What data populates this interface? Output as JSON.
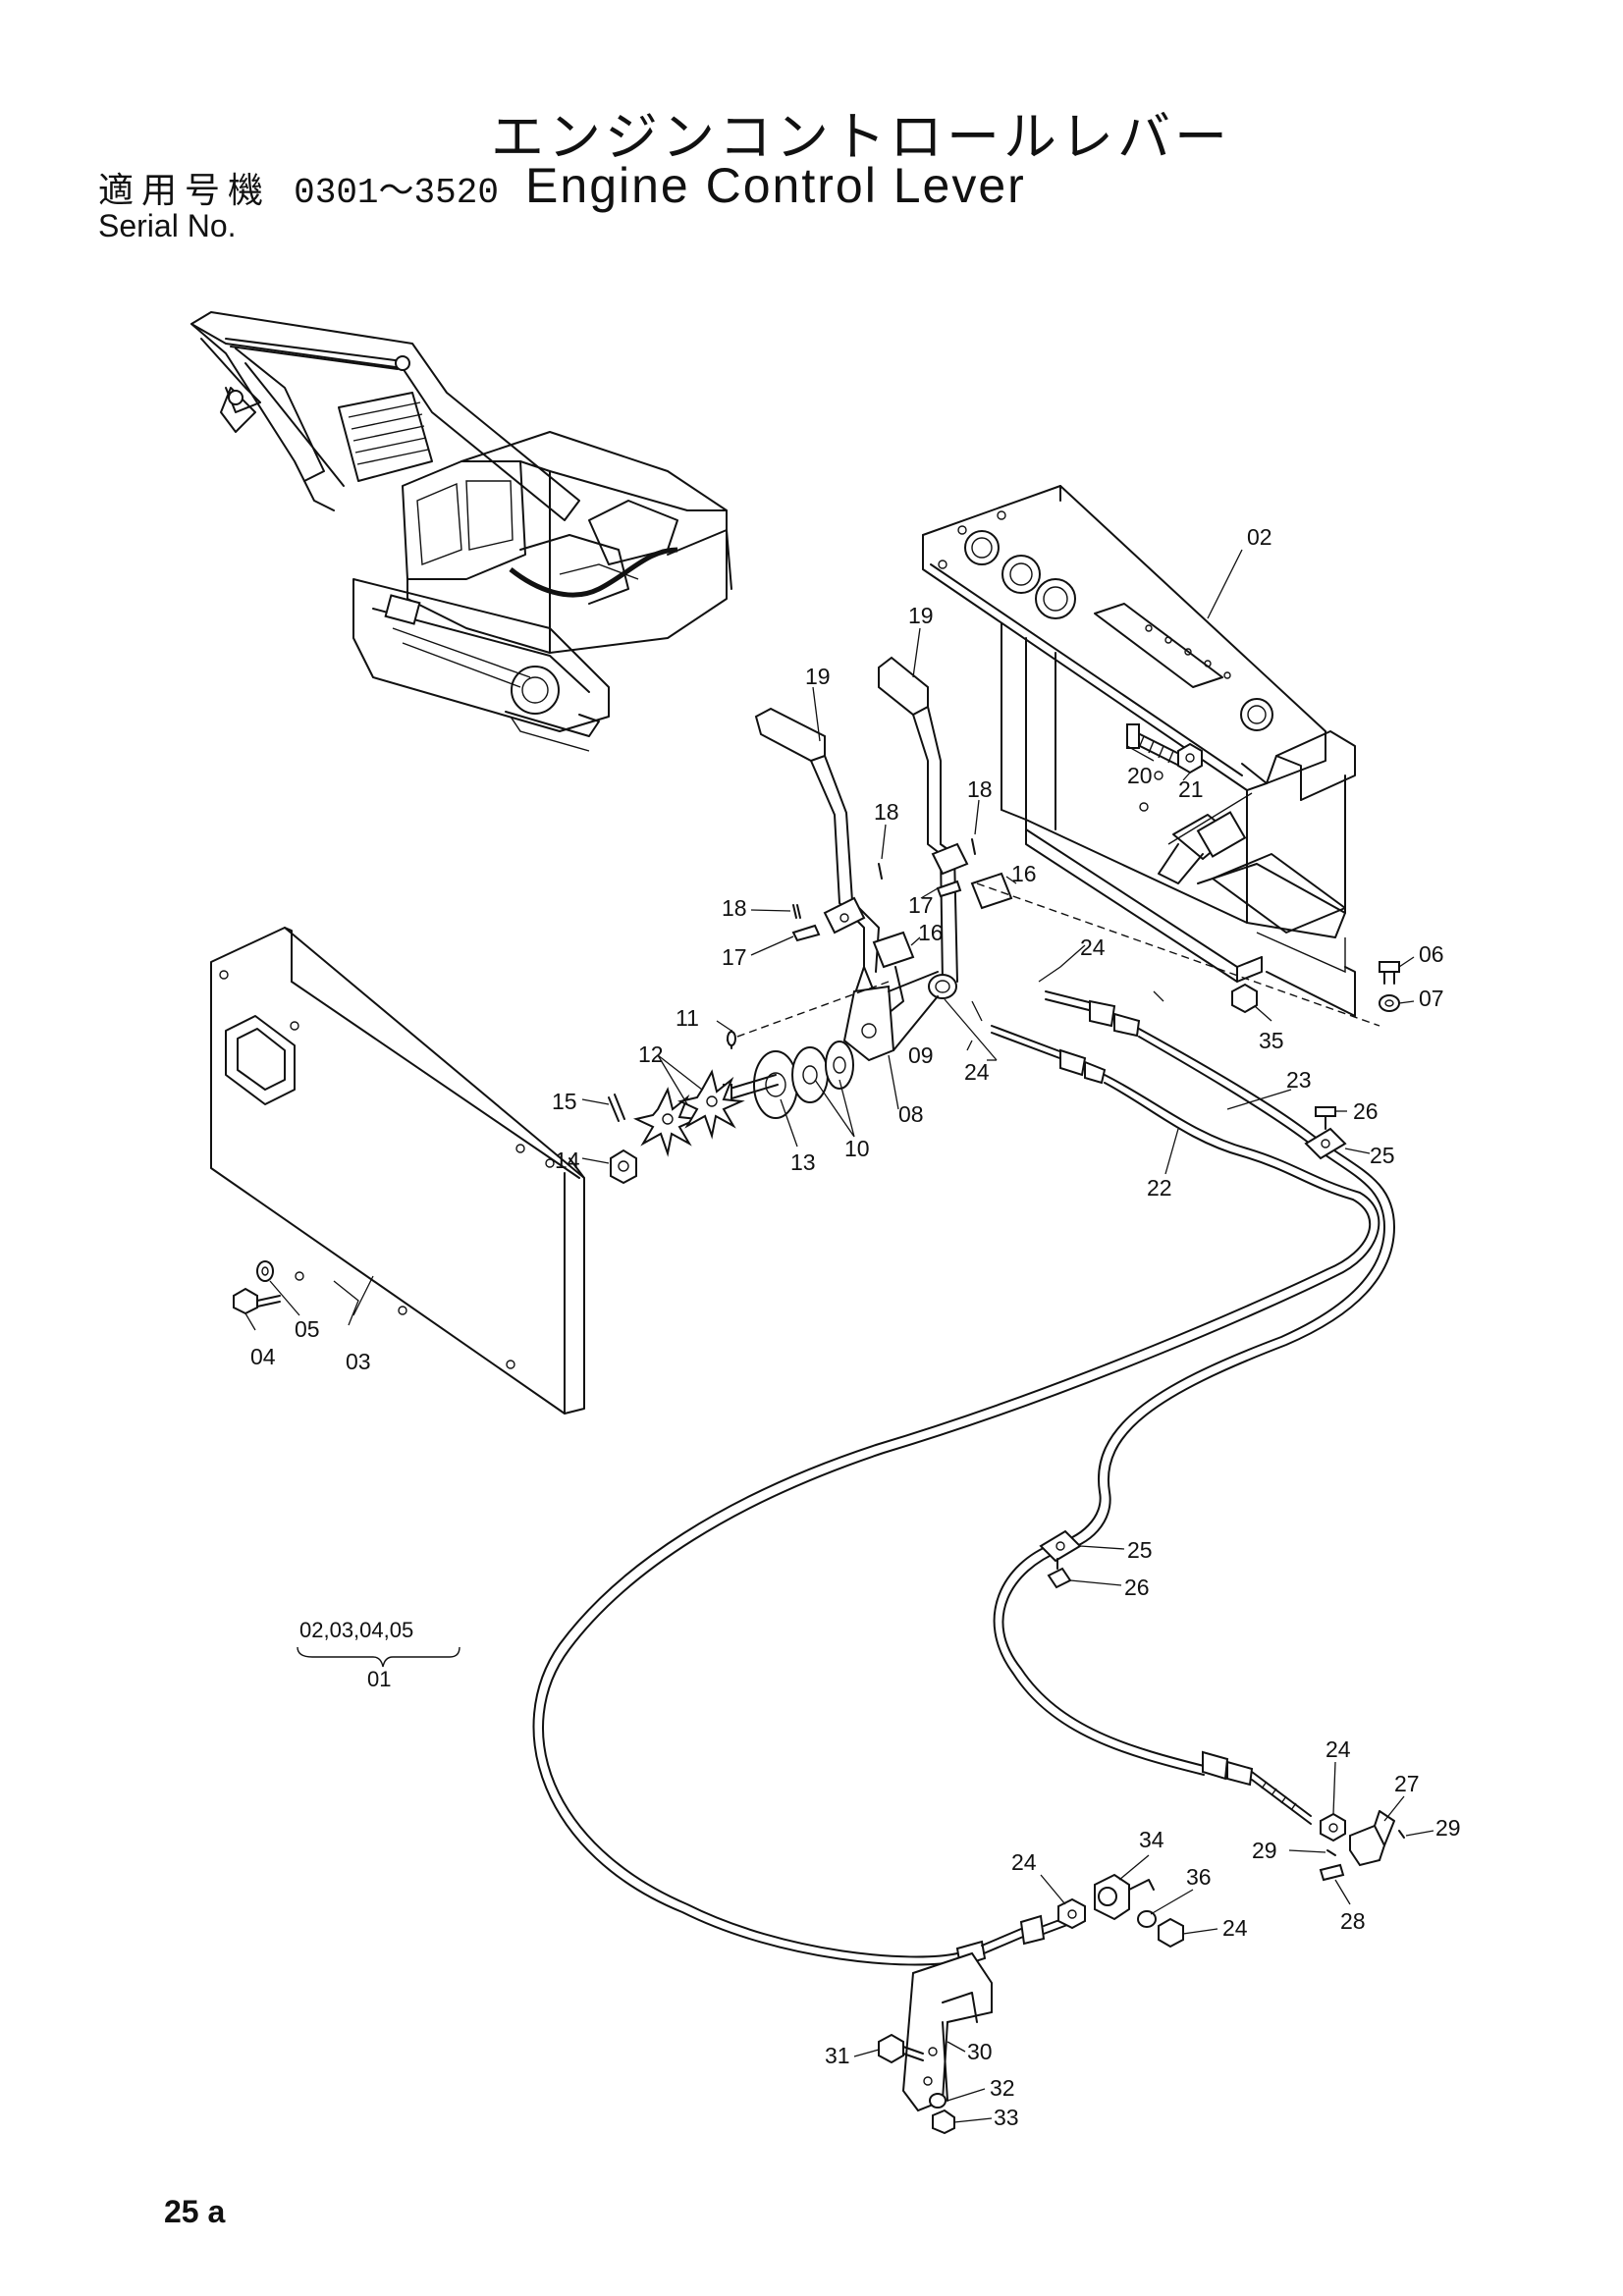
{
  "header": {
    "title_jp": "エンジンコントロールレバー",
    "applicable_label_jp": "適用号機",
    "serial_range": "0301～3520",
    "title_en": "Engine Control Lever",
    "serial_label": "Serial No."
  },
  "group_note": {
    "components": "02,03,04,05",
    "assembly": "01"
  },
  "parts": {
    "p02": "02",
    "p03": "03",
    "p04": "04",
    "p05": "05",
    "p06": "06",
    "p07": "07",
    "p08": "08",
    "p09": "09",
    "p10": "10",
    "p11": "11",
    "p12": "12",
    "p13": "13",
    "p14": "14",
    "p15": "15",
    "p16a": "16",
    "p16b": "16",
    "p17a": "17",
    "p17b": "17",
    "p18a": "18",
    "p18b": "18",
    "p18c": "18",
    "p19a": "19",
    "p19b": "19",
    "p20": "20",
    "p21": "21",
    "p22": "22",
    "p23": "23",
    "p24a": "24",
    "p24b": "24",
    "p24c": "24",
    "p24d": "24",
    "p24e": "24",
    "p25a": "25",
    "p25b": "25",
    "p26a": "26",
    "p26b": "26",
    "p27": "27",
    "p28": "28",
    "p29a": "29",
    "p29b": "29",
    "p30": "30",
    "p31": "31",
    "p32": "32",
    "p33": "33",
    "p34": "34",
    "p35": "35",
    "p36": "36"
  },
  "page_number": "25 a"
}
